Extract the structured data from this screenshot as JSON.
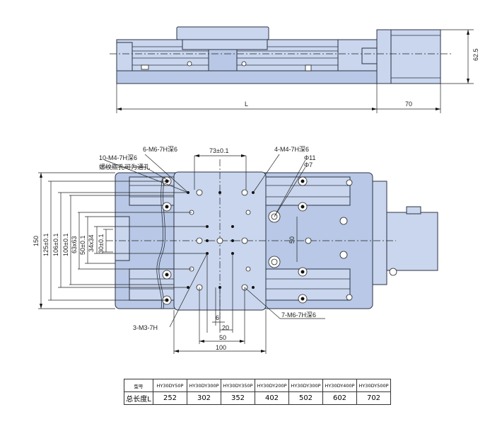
{
  "top_view": {
    "dim_L": "L",
    "dim_70": "70",
    "dim_62_5": "62.5"
  },
  "plan_view": {
    "dim_73": "73±0.1",
    "callout_6_m6": "6-M6-7H深6",
    "callout_10_m4": "10-M4-7H深6",
    "callout_thread": "螺纹底孔可为通孔",
    "callout_4_m4": "4-M4-7H深6",
    "callout_phi11": "Φ11",
    "callout_phi7": "Φ7",
    "callout_3_m3": "3-M3-7H",
    "callout_7_m6": "7-M6-7H深6",
    "dim_150": "150",
    "dim_125": "125±0.1",
    "dim_106": "106±0.1",
    "dim_100": "100±0.1",
    "dim_63": "63x63",
    "dim_50": "50±0.1",
    "dim_34": "34x34",
    "dim_30": "30±0.1",
    "dim_50_mid": "50",
    "dim_6": "6",
    "dim_20": "20",
    "dim_50_bottom": "50",
    "dim_100_bottom": "100"
  },
  "table": {
    "row1_label": "型号",
    "row2_label": "总长度L",
    "models": [
      "HY30DY50P",
      "HY30DY300P",
      "HY30DY350P",
      "HY30DY200P",
      "HY30DY300P",
      "HY30DY400P",
      "HY30DY500P"
    ],
    "lengths": [
      "252",
      "302",
      "352",
      "402",
      "502",
      "602",
      "702"
    ]
  }
}
